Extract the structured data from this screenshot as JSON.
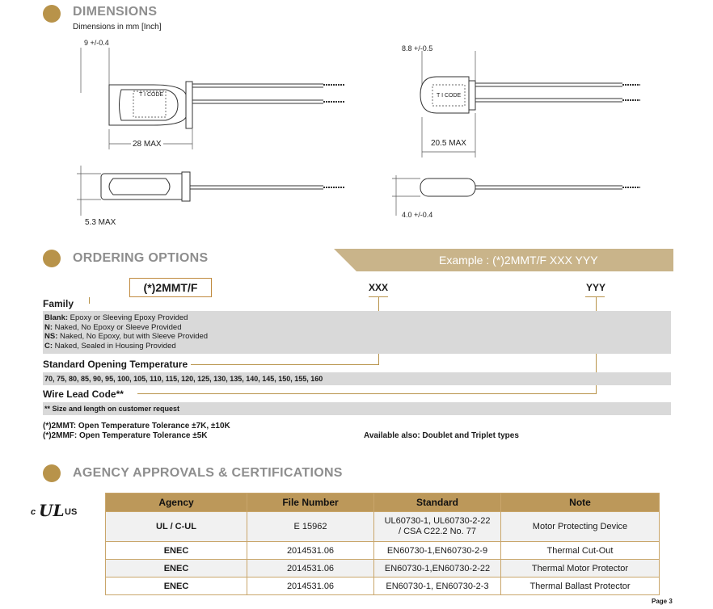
{
  "dimensions": {
    "title": "DIMENSIONS",
    "subtitle": "Dimensions in mm [Inch]",
    "left_top_dim": "9 +/-0.4",
    "left_length": "28 MAX",
    "left_height": "5.3 MAX",
    "right_top_dim": "8.8 +/-0.5",
    "right_length": "20.5 MAX",
    "right_height": "4.0 +/-0.4",
    "body_label": "T I  CODE"
  },
  "ordering": {
    "title": "ORDERING OPTIONS",
    "example": "Example : (*)2MMT/F XXX YYY",
    "family_code": "(*)2MMT/F",
    "xxx": "XXX",
    "yyy": "YYY",
    "family_label": "Family",
    "family_options": [
      {
        "key": "Blank:",
        "text": " Epoxy or Sleeving Epoxy Provided"
      },
      {
        "key": "N:",
        "text": " Naked, No Epoxy or Sleeve Provided"
      },
      {
        "key": "NS:",
        "text": " Naked, No Epoxy, but with Sleeve Provided"
      },
      {
        "key": "C:",
        "text": " Naked, Sealed in Housing Provided"
      }
    ],
    "temp_label": "Standard Opening Temperature",
    "temp_values": "70, 75, 80, 85, 90, 95, 100, 105, 110, 115, 120, 125, 130, 135, 140, 145, 150, 155, 160",
    "wire_label": "Wire Lead Code**",
    "wire_note": "** Size and length on customer request",
    "tolerance_1": "(*)2MMT: Open Temperature Tolerance ±7K, ±10K",
    "tolerance_2": "(*)2MMF: Open Temperature Tolerance ±5K",
    "available": "Available also: Doublet and Triplet types"
  },
  "agency": {
    "title": "AGENCY APPROVALS & CERTIFICATIONS",
    "ul_logo": {
      "c": "c",
      "mark": "UL",
      "us": "US"
    },
    "headers": [
      "Agency",
      "File Number",
      "Standard",
      "Note"
    ],
    "rows": [
      [
        "UL / C-UL",
        "E 15962",
        "UL60730-1, UL60730-2-22\n/ CSA C22.2 No. 77",
        "Motor Protecting Device"
      ],
      [
        "ENEC",
        "2014531.06",
        "EN60730-1,EN60730-2-9",
        "Thermal Cut-Out"
      ],
      [
        "ENEC",
        "2014531.06",
        "EN60730-1,EN60730-2-22",
        "Thermal Motor Protector"
      ],
      [
        "ENEC",
        "2014531.06",
        "EN60730-1, EN60730-2-3",
        "Thermal Ballast Protector"
      ]
    ]
  },
  "footer": {
    "page": "Page 3"
  }
}
